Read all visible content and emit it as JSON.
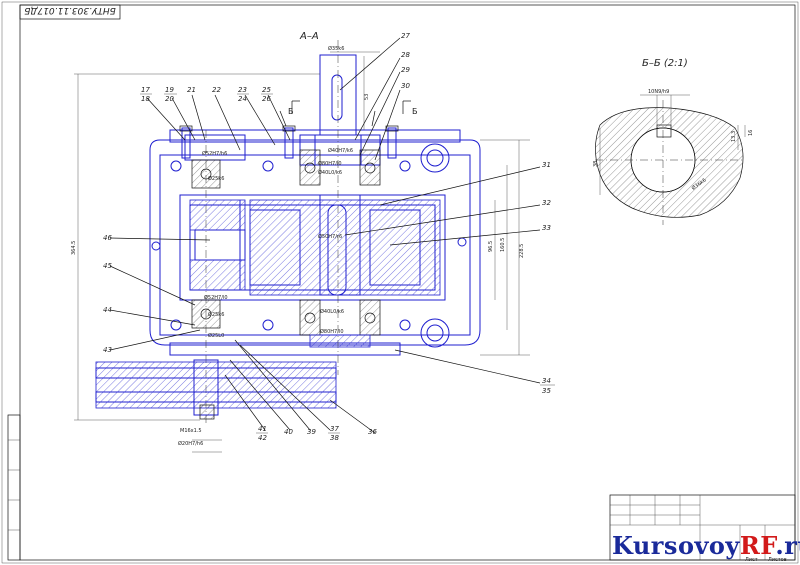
{
  "drawing": {
    "code": "БНТУ.303.11.017ДБ",
    "section_main": "А–А",
    "section_detail": "Б–Б (2:1)",
    "section_mark": "Б"
  },
  "dimensions": {
    "shaft_top": "Ø35k6",
    "d_ring": "Ø40Н7/k6",
    "d_hub_top": "Ø80Н7/l0",
    "d_inner_top": "Ø40L0/k6",
    "d_gear_shaft": "Ø50Н7/r6",
    "d_hub_bottom": "Ø80Н7/l0",
    "d_inner_bottom": "Ø40L0/k6",
    "d_left_top": "Ø52Н7/h6",
    "d_left_top2": "Ø25k6",
    "d_left_bot": "Ø52Н7/l0",
    "d_left_bot2": "Ø25k6",
    "d_left_bot3": "Ø25L0",
    "thread": "М16х1.5",
    "pulley_fit": "Ø20Н7/h6",
    "overall_height": "364.5",
    "center_small": "96.5",
    "center_dist": "160.5",
    "overall_right": "228.5",
    "len_top": "53",
    "key_fit": "10N9/h9",
    "detail_d": "Ø36k6",
    "detail_h": "38",
    "detail_w1": "13.3",
    "detail_w2": "16"
  },
  "callouts": {
    "top": [
      "17",
      "18",
      "19",
      "20",
      "21",
      "22",
      "23",
      "24",
      "25",
      "26",
      "27",
      "28",
      "29",
      "30"
    ],
    "right": [
      "31",
      "32",
      "33",
      "34",
      "35"
    ],
    "bottom": [
      "36",
      "37",
      "38",
      "39",
      "40",
      "41",
      "42"
    ],
    "left": [
      "43",
      "44",
      "45",
      "46"
    ]
  },
  "title_block": {
    "sheet_label": "Лист",
    "sheets_label": "Листов",
    "brand_main": "KursovoyRF",
    "brand_rf": "RF",
    "brand_prefix": "Kursovoy",
    "brand_suffix": ".ru"
  },
  "colors": {
    "outline": "#1f1fcf",
    "leader": "#111111",
    "brand_blue": "#1a2a9a",
    "brand_red": "#d21a1a"
  }
}
